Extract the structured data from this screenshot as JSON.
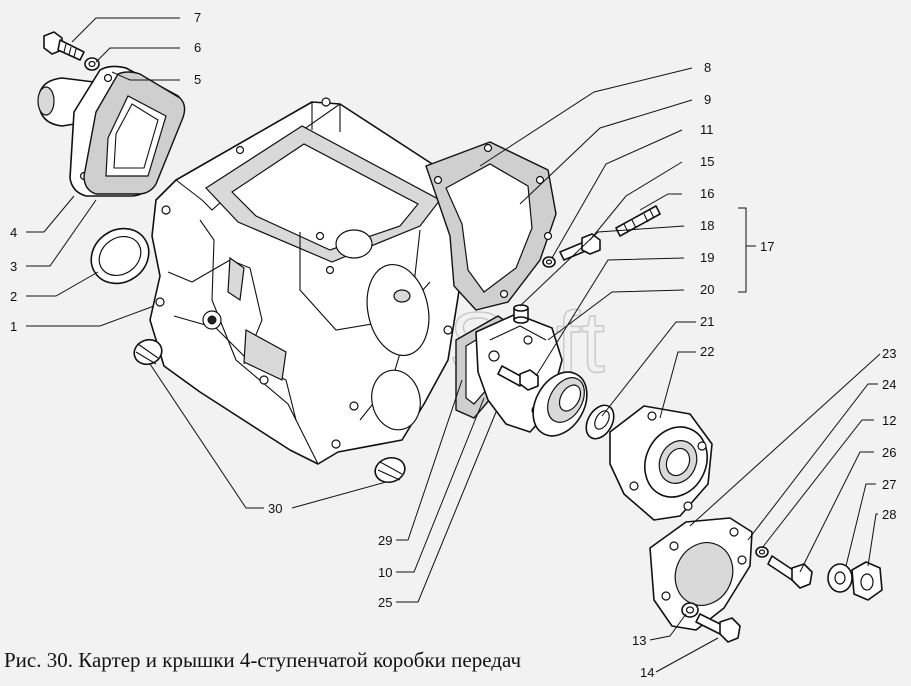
{
  "caption": "Рис. 30. Картер и крышки 4-ступенчатой коробки передач",
  "watermark": "AutoSoft",
  "callouts": {
    "n1": "1",
    "n2": "2",
    "n3": "3",
    "n4": "4",
    "n5": "5",
    "n6": "6",
    "n7": "7",
    "n8": "8",
    "n9": "9",
    "n10": "10",
    "n11": "11",
    "n12": "12",
    "n13": "13",
    "n14": "14",
    "n15": "15",
    "n16": "16",
    "n17": "17",
    "n18": "18",
    "n19": "19",
    "n20": "20",
    "n21": "21",
    "n22": "22",
    "n23": "23",
    "n24": "24",
    "n25": "25",
    "n26": "26",
    "n27": "27",
    "n28": "28",
    "n29": "29",
    "n30": "30"
  }
}
